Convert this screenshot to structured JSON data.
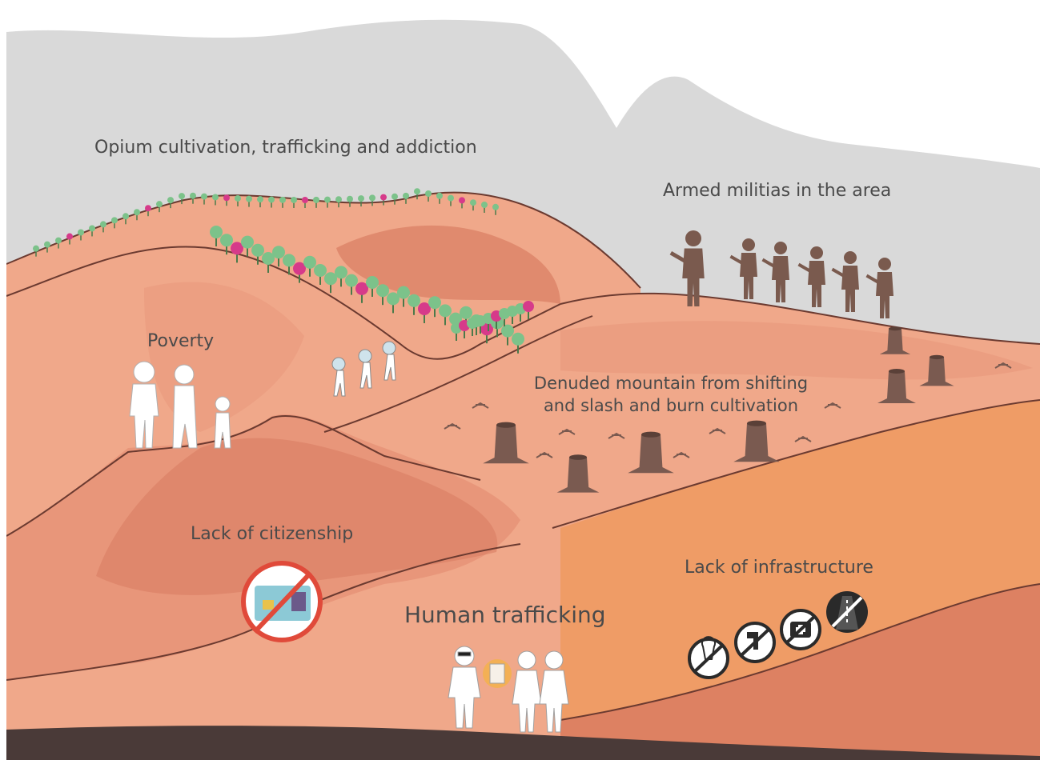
{
  "labels": {
    "opium": "Opium cultivation, trafficking and addiction",
    "militias": "Armed militias in the area",
    "poverty": "Poverty",
    "denuded_line1": "Denuded mountain from shifting",
    "denuded_line2": "and slash and burn cultivation",
    "citizenship": "Lack of citizenship",
    "infrastructure": "Lack of infrastructure",
    "trafficking": "Human trafficking"
  },
  "colors": {
    "sky": "#d9d9d9",
    "hill_light": "#f0a88a",
    "hill_mid": "#e8967a",
    "hill_dark": "#d97d62",
    "hill_orange": "#ef9a5f",
    "ground": "#4a3a38",
    "outline": "#6b3a30",
    "text": "#4a4a4a",
    "poppy_green": "#7cc28a",
    "poppy_pink": "#d63a8a",
    "militia": "#7a5a4e",
    "stump": "#7a5a50",
    "no_sign_red": "#e04a3a"
  },
  "icons": {
    "poppy": "poppy-icon",
    "militia": "soldier-icon",
    "stump": "tree-stump-icon",
    "family": "family-icon",
    "porter": "porter-icon",
    "id_card": "id-card-icon",
    "no_electricity": "no-lightbulb-icon",
    "no_water": "no-water-tap-icon",
    "no_healthcare": "no-medical-kit-icon",
    "no_road": "no-road-icon",
    "trafficker": "trafficker-icon",
    "victims": "victims-icon"
  }
}
